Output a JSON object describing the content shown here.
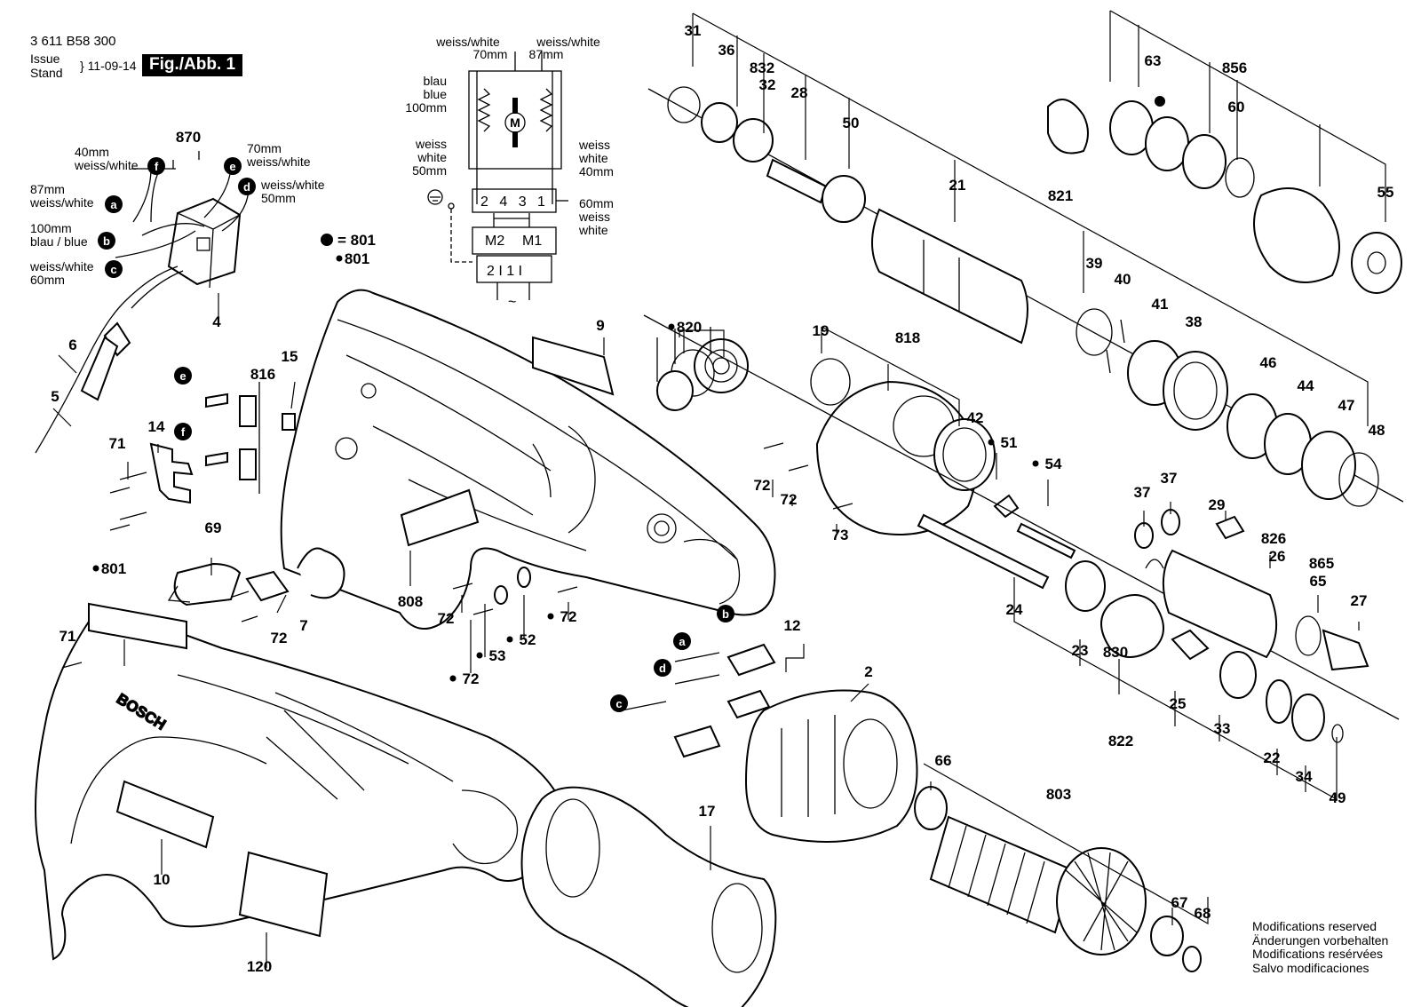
{
  "header": {
    "doc_number": "3 611 B58 300",
    "issue_label_1": "Issue",
    "issue_label_2": "Stand",
    "issue_brace": "}",
    "date": "11-09-14",
    "figure_title": "Fig./Abb. 1"
  },
  "brand_mark": "BOSCH",
  "legend": {
    "symbol_text": "= 801"
  },
  "disclaimer": [
    "Modifications reserved",
    "Änderungen vorbehalten",
    "Modifications resérvées",
    "Salvo modificaciones"
  ],
  "wiring_switch": [
    {
      "key": "f",
      "text1": "40mm",
      "text2": "weiss/white"
    },
    {
      "key": "e",
      "text1": "70mm",
      "text2": "weiss/white"
    },
    {
      "key": "a",
      "text1": "87mm",
      "text2": "weiss/white"
    },
    {
      "key": "d",
      "text1": "weiss/white",
      "text2": "50mm"
    },
    {
      "key": "b",
      "text1": "100mm",
      "text2": "blau / blue"
    },
    {
      "key": "c",
      "text1": "weiss/white",
      "text2": "60mm"
    }
  ],
  "schematic": {
    "top_left": [
      "weiss/white",
      "70mm"
    ],
    "top_right": [
      "weiss/white",
      "87mm"
    ],
    "left_blue": [
      "blau",
      "blue",
      "100mm"
    ],
    "left_white": [
      "weiss",
      "white",
      "50mm"
    ],
    "right_white_40": [
      "weiss",
      "white",
      "40mm"
    ],
    "right_white_60": [
      "60mm",
      "weiss",
      "white"
    ],
    "terminals": "2 4 3 1",
    "motor": "M",
    "m2": "M2",
    "m1": "M1",
    "bottom": "2 I  1 I",
    "ac": "~"
  },
  "callouts": [
    {
      "id": "c870",
      "text": "870"
    },
    {
      "id": "c4",
      "text": "4"
    },
    {
      "id": "c6",
      "text": "6"
    },
    {
      "id": "c5",
      "text": "5"
    },
    {
      "id": "c801a",
      "text": "801"
    },
    {
      "id": "c816",
      "text": "816"
    },
    {
      "id": "c15",
      "text": "15"
    },
    {
      "id": "c14",
      "text": "14"
    },
    {
      "id": "c71a",
      "text": "71"
    },
    {
      "id": "c69",
      "text": "69"
    },
    {
      "id": "c9",
      "text": "9"
    },
    {
      "id": "c808",
      "text": "808"
    },
    {
      "id": "c72a",
      "text": "72"
    },
    {
      "id": "c7",
      "text": "7"
    },
    {
      "id": "c72b",
      "text": "72"
    },
    {
      "id": "c53",
      "text": "53"
    },
    {
      "id": "c52",
      "text": "52"
    },
    {
      "id": "c72c",
      "text": "72"
    },
    {
      "id": "c72d",
      "text": "72"
    },
    {
      "id": "c801b",
      "text": "801"
    },
    {
      "id": "c71b",
      "text": "71"
    },
    {
      "id": "c10",
      "text": "10"
    },
    {
      "id": "c120",
      "text": "120"
    },
    {
      "id": "c820",
      "text": "820"
    },
    {
      "id": "c12",
      "text": "12"
    },
    {
      "id": "c2",
      "text": "2"
    },
    {
      "id": "c17",
      "text": "17"
    },
    {
      "id": "c31",
      "text": "31"
    },
    {
      "id": "c36",
      "text": "36"
    },
    {
      "id": "c832",
      "text": "832"
    },
    {
      "id": "c32",
      "text": "32"
    },
    {
      "id": "c28",
      "text": "28"
    },
    {
      "id": "c50",
      "text": "50"
    },
    {
      "id": "c21",
      "text": "21"
    },
    {
      "id": "c821",
      "text": "821"
    },
    {
      "id": "c63",
      "text": "63"
    },
    {
      "id": "c856",
      "text": "856"
    },
    {
      "id": "c60",
      "text": "60"
    },
    {
      "id": "c55",
      "text": "55"
    },
    {
      "id": "c39",
      "text": "39"
    },
    {
      "id": "c40",
      "text": "40"
    },
    {
      "id": "c41",
      "text": "41"
    },
    {
      "id": "c38",
      "text": "38"
    },
    {
      "id": "c19",
      "text": "19"
    },
    {
      "id": "c818",
      "text": "818"
    },
    {
      "id": "c42",
      "text": "42"
    },
    {
      "id": "c51",
      "text": "51"
    },
    {
      "id": "c54",
      "text": "54"
    },
    {
      "id": "c72e",
      "text": "72"
    },
    {
      "id": "c72f",
      "text": "72"
    },
    {
      "id": "c73",
      "text": "73"
    },
    {
      "id": "c46",
      "text": "46"
    },
    {
      "id": "c44",
      "text": "44"
    },
    {
      "id": "c47",
      "text": "47"
    },
    {
      "id": "c48",
      "text": "48"
    },
    {
      "id": "c37a",
      "text": "37"
    },
    {
      "id": "c37b",
      "text": "37"
    },
    {
      "id": "c29",
      "text": "29"
    },
    {
      "id": "c826",
      "text": "826"
    },
    {
      "id": "c26",
      "text": "26"
    },
    {
      "id": "c865",
      "text": "865"
    },
    {
      "id": "c65",
      "text": "65"
    },
    {
      "id": "c27",
      "text": "27"
    },
    {
      "id": "c24",
      "text": "24"
    },
    {
      "id": "c23",
      "text": "23"
    },
    {
      "id": "c830",
      "text": "830"
    },
    {
      "id": "c25",
      "text": "25"
    },
    {
      "id": "c33",
      "text": "33"
    },
    {
      "id": "c22",
      "text": "22"
    },
    {
      "id": "c34",
      "text": "34"
    },
    {
      "id": "c49",
      "text": "49"
    },
    {
      "id": "c822",
      "text": "822"
    },
    {
      "id": "c66",
      "text": "66"
    },
    {
      "id": "c803",
      "text": "803"
    },
    {
      "id": "c67",
      "text": "67"
    },
    {
      "id": "c68",
      "text": "68"
    },
    {
      "id": "c801c",
      "text": "801"
    }
  ],
  "wire_keys": [
    {
      "id": "ke1",
      "text": "e"
    },
    {
      "id": "kf1",
      "text": "f"
    },
    {
      "id": "kb2",
      "text": "b"
    },
    {
      "id": "ka2",
      "text": "a"
    },
    {
      "id": "kd2",
      "text": "d"
    },
    {
      "id": "kc2",
      "text": "c"
    }
  ]
}
